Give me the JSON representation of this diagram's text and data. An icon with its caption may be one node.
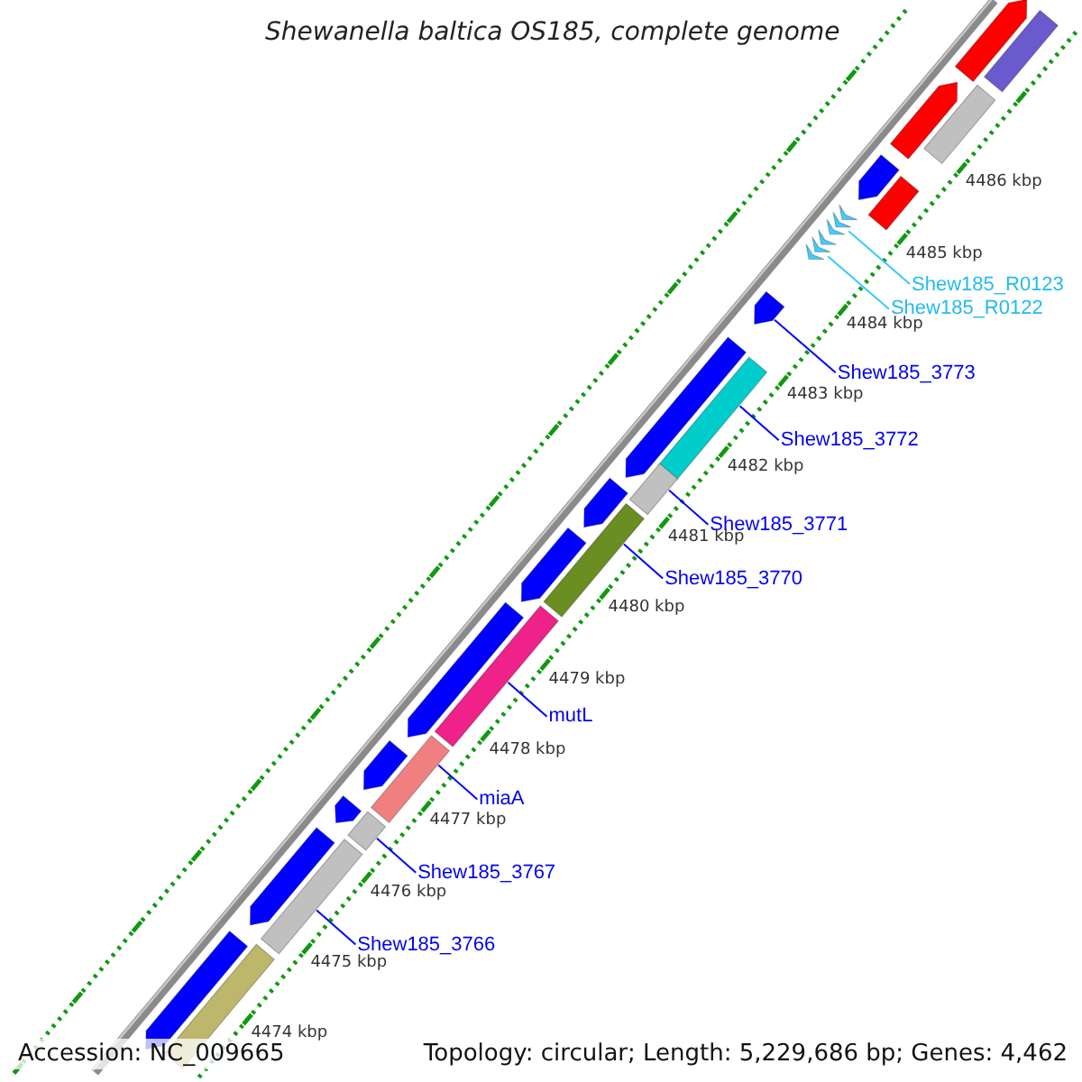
{
  "diagram": {
    "title": "Shewanella baltica OS185, complete genome",
    "nodes": [
      {
        "text": [
          "Shew185_R0123"
        ]
      },
      {
        "text": [],
        "shape": "triangle"
      },
      {
        "text": [
          "Shew185_R0122"
        ]
      },
      {
        "text": [],
        "shape": "triangle"
      },
      {
        "text": [
          "Shew185_3773"
        ]
      },
      {
        "text": [],
        "shape": "arrow"
      },
      {
        "text": [
          "Shew185_3772"
        ]
      },
      {
        "text": [],
        "shape": "bar"
      },
      {
        "text": [
          "Shew185_3771"
        ]
      },
      {
        "text": [],
        "shape": "bar"
      },
      {
        "text": [
          "Shew185_3770"
        ]
      },
      {
        "text": [],
        "shape": "bar"
      },
      {
        "text": [
          "mutL"
        ]
      },
      {
        "text": [],
        "shape": "bar"
      },
      {
        "text": [
          "miaA"
        ]
      },
      {
        "text": [],
        "shape": "bar"
      },
      {
        "text": [
          "Shew185_3767"
        ]
      },
      {
        "text": [],
        "shape": "bar"
      },
      {
        "text": [
          "Shew185_3766"
        ]
      },
      {
        "text": [],
        "shape": "bar"
      },
      {
        "text": [],
        "shape": "arrow"
      },
      {
        "text": [],
        "shape": "bar"
      },
      {
        "text": [],
        "shape": "arrow"
      },
      {
        "text": [],
        "shape": "bar"
      },
      {
        "text": [],
        "shape": "arrow"
      },
      {
        "text": [],
        "shape": "bar"
      },
      {
        "text": [],
        "shape": "arrow"
      },
      {
        "text": [],
        "shape": "arrow"
      },
      {
        "text": [],
        "shape": "arrow"
      },
      {
        "text": [],
        "shape": "arrow"
      },
      {
        "text": [],
        "shape": "arrow"
      },
      {
        "text": [],
        "shape": "arrow"
      },
      {
        "text": [],
        "shape": "arrow"
      },
      {
        "text": [],
        "shape": "bar"
      },
      {
        "text": [],
        "shape": "arrow"
      }
    ],
    "edges": [
      {
        "from": 0,
        "to": 1,
        "arrow": "none",
        "color": "#33ccff"
      },
      {
        "from": 2,
        "to": 3,
        "arrow": "none",
        "color": "#33ccff"
      },
      {
        "from": 4,
        "to": 5,
        "arrow": "none"
      },
      {
        "from": 6,
        "to": 7,
        "arrow": "none"
      },
      {
        "from": 8,
        "to": 9,
        "arrow": "none"
      },
      {
        "from": 10,
        "to": 11,
        "arrow": "none"
      },
      {
        "from": 12,
        "to": 13,
        "arrow": "none"
      },
      {
        "from": 14,
        "to": 15,
        "arrow": "none"
      },
      {
        "from": 16,
        "to": 17,
        "arrow": "none"
      },
      {
        "from": 18,
        "to": 19,
        "arrow": "none"
      }
    ],
    "labels": [
      "4486 kbp",
      "4485 kbp",
      "4484 kbp",
      "4483 kbp",
      "4482 kbp",
      "4481 kbp",
      "4480 kbp",
      "4479 kbp",
      "4478 kbp",
      "4477 kbp",
      "4476 kbp",
      "4475 kbp",
      "4474 kbp",
      "Accession: NC_009665",
      "Topology: circular; Length: 5,229,686 bp; Genes: 4,462"
    ]
  }
}
